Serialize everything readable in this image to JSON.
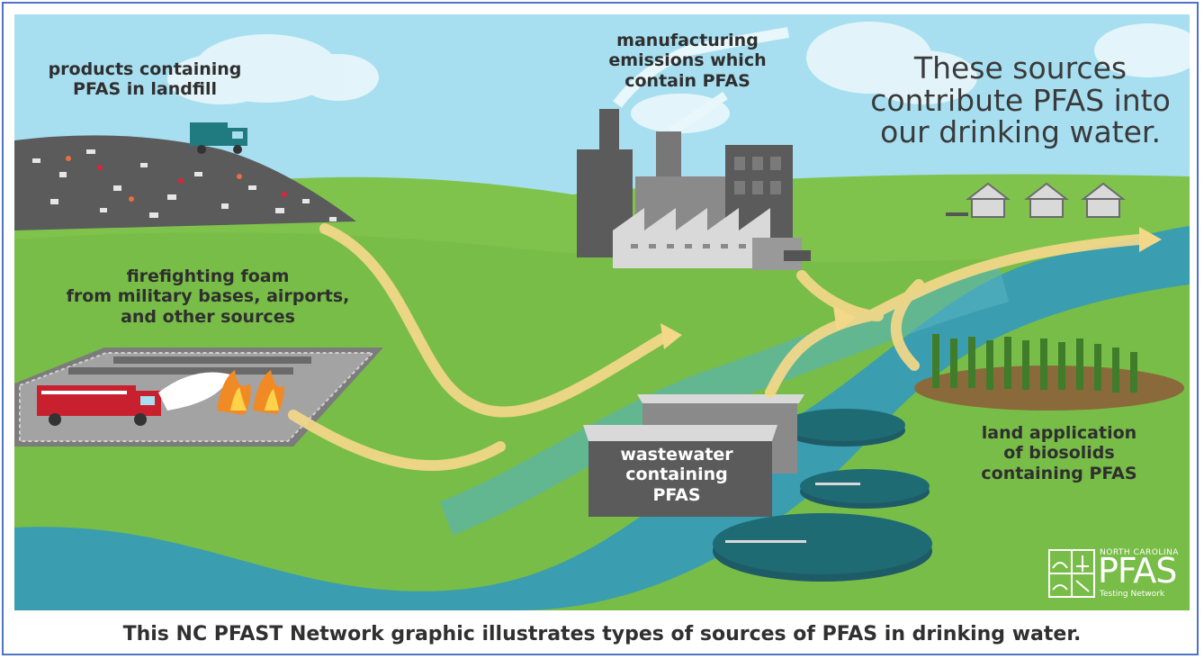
{
  "labels": {
    "landfill": "products containing\nPFAS in landfill",
    "foam": "firefighting foam\nfrom military bases, airports,\nand other sources",
    "manufacturing": "manufacturing\nemissions which\ncontain PFAS",
    "headline": "These sources\ncontribute PFAS into\nour drinking water.",
    "wastewater": "wastewater\ncontaining\nPFAS",
    "biosolids": "land application\nof biosolids\ncontaining PFAS"
  },
  "logo": {
    "state": "NORTH CAROLINA",
    "name": "PFAS",
    "subtitle": "Testing Network"
  },
  "caption": "This NC PFAST Network graphic illustrates types of sources of PFAS in drinking water.",
  "colors": {
    "sky": "#a7dff1",
    "grass": "#7dc14b",
    "river": "#3a9db0",
    "flow_arrow": "#f4d88a",
    "border": "#4f72c4"
  }
}
